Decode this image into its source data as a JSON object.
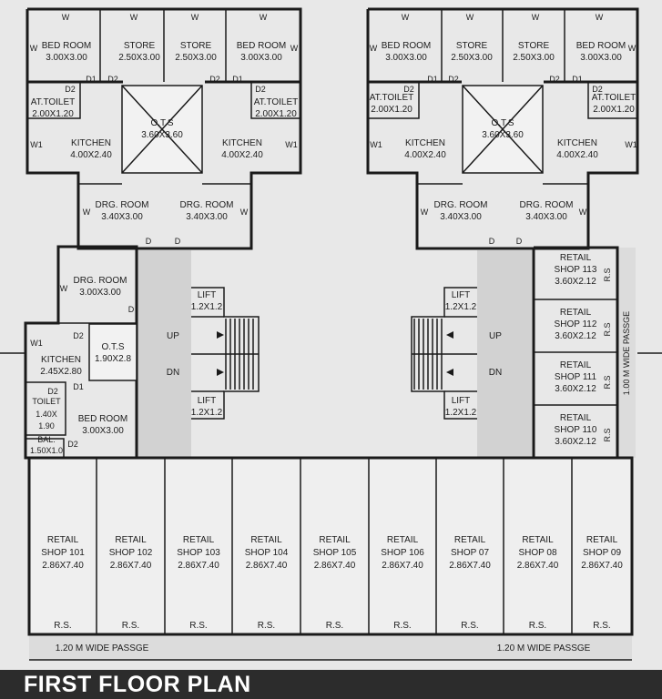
{
  "title": "FIRST FLOOR PLAN",
  "labels": {
    "window": "W",
    "window1": "W1",
    "door": "D",
    "door1": "D1",
    "door2": "D2",
    "rolling_shutter": "R.S.",
    "rolling_shutter_short": "R.S",
    "up": "UP",
    "down": "DN"
  },
  "rooms": {
    "bedroom": {
      "name": "BED ROOM",
      "size": "3.00X3.00"
    },
    "store": {
      "name": "STORE",
      "size": "2.50X3.00"
    },
    "toilet": {
      "name": "AT.TOILET",
      "size": "2.00X1.20"
    },
    "ots_big": {
      "name": "O.T.S",
      "size": "3.60X3.60"
    },
    "kitchen": {
      "name": "KITCHEN",
      "size": "4.00X2.40"
    },
    "drawing": {
      "name": "DRG. ROOM",
      "size": "3.40X3.00"
    },
    "drawing_small": {
      "name": "DRG. ROOM",
      "size": "3.00X3.00"
    },
    "kitchen_small": {
      "name": "KITCHEN",
      "size": "2.45X2.80"
    },
    "ots_small": {
      "name": "O.T.S",
      "size": "1.90X2.8"
    },
    "toilet_small": {
      "name": "TOILET",
      "size1": "1.40X",
      "size2": "1.90"
    },
    "balcony": {
      "name": "BAL.",
      "size": "1.50X1.0"
    },
    "lift": {
      "name": "LIFT",
      "size": "1.2X1.2"
    }
  },
  "passages": {
    "bottom": "1.20 M WIDE PASSGE",
    "side": "1.00 M WIDE PASSGE"
  },
  "shops_bottom": [
    {
      "line1": "RETAIL",
      "line2": "SHOP 101",
      "size": "2.86X7.40"
    },
    {
      "line1": "RETAIL",
      "line2": "SHOP 102",
      "size": "2.86X7.40"
    },
    {
      "line1": "RETAIL",
      "line2": "SHOP 103",
      "size": "2.86X7.40"
    },
    {
      "line1": "RETAIL",
      "line2": "SHOP 104",
      "size": "2.86X7.40"
    },
    {
      "line1": "RETAIL",
      "line2": "SHOP 105",
      "size": "2.86X7.40"
    },
    {
      "line1": "RETAIL",
      "line2": "SHOP 106",
      "size": "2.86X7.40"
    },
    {
      "line1": "RETAIL",
      "line2": "SHOP 07",
      "size": "2.86X7.40"
    },
    {
      "line1": "RETAIL",
      "line2": "SHOP 08",
      "size": "2.86X7.40"
    },
    {
      "line1": "RETAIL",
      "line2": "SHOP 09",
      "size": "2.86X7.40"
    }
  ],
  "shops_right": [
    {
      "line1": "RETAIL",
      "line2": "SHOP 113",
      "size": "3.60X2.12"
    },
    {
      "line1": "RETAIL",
      "line2": "SHOP 112",
      "size": "3.60X2.12"
    },
    {
      "line1": "RETAIL",
      "line2": "SHOP 111",
      "size": "3.60X2.12"
    },
    {
      "line1": "RETAIL",
      "line2": "SHOP 110",
      "size": "3.60X2.12"
    }
  ]
}
